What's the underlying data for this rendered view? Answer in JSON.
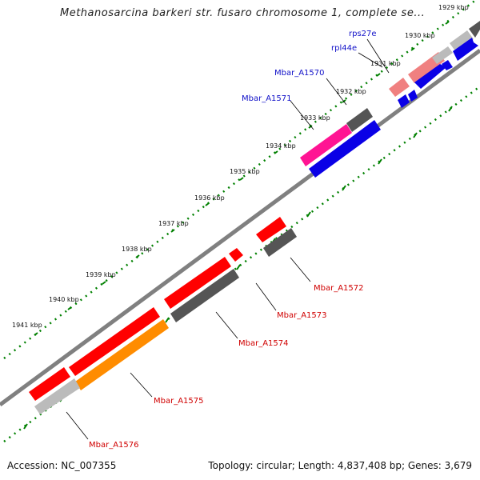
{
  "title": "Methanosarcina barkeri str. fusaro chromosome 1, complete se...",
  "footer": {
    "accession": "Accession: NC_007355",
    "summary": "Topology: circular; Length: 4,837,408 bp; Genes: 3,679"
  },
  "ticks": [
    {
      "label": "1929 kbp"
    },
    {
      "label": "1930 kbp"
    },
    {
      "label": "1931 kbp"
    },
    {
      "label": "1932 kbp"
    },
    {
      "label": "1933 kbp"
    },
    {
      "label": "1934 kbp"
    },
    {
      "label": "1935 kbp"
    },
    {
      "label": "1936 kbp"
    },
    {
      "label": "1937 kbp"
    },
    {
      "label": "1938 kbp"
    },
    {
      "label": "1939 kbp"
    },
    {
      "label": "1940 kbp"
    },
    {
      "label": "1941 kbp"
    }
  ],
  "gene_labels": {
    "rps27e": "rps27e",
    "rpl44e": "rpl44e",
    "mbar_a1570": "Mbar_A1570",
    "mbar_a1571": "Mbar_A1571",
    "mbar_a1572": "Mbar_A1572",
    "mbar_a1573": "Mbar_A1573",
    "mbar_a1574": "Mbar_A1574",
    "mbar_a1575": "Mbar_A1575",
    "mbar_a1576": "Mbar_A1576"
  },
  "colors": {
    "forward_gene": "#0a00e6",
    "reverse_gene": "#ff0000",
    "highlight_pink": "#ff1493",
    "light_pink": "#f08080",
    "orange": "#ff8c00",
    "dark_gray": "#555555",
    "light_gray": "#bbbbbb",
    "backbone": "#808080",
    "tick_green": "#008000",
    "label_blue": "#1010c8",
    "label_red": "#d00000"
  }
}
